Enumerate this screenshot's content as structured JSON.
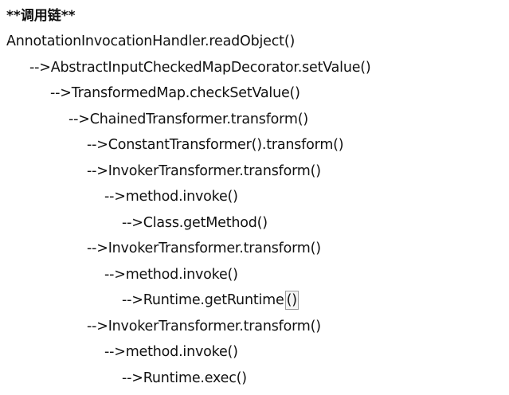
{
  "heading": "**调用链**",
  "lines": [
    "AnnotationInvocationHandler.readObject()",
    "-->AbstractInputCheckedMapDecorator.setValue()",
    "-->TransformedMap.checkSetValue()",
    "-->ChainedTransformer.transform()",
    "-->ConstantTransformer().transform()",
    "-->InvokerTransformer.transform()",
    "-->method.invoke()",
    "-->Class.getMethod()",
    "-->InvokerTransformer.transform()",
    "-->method.invoke()",
    "-->Runtime.getRuntime",
    "-->InvokerTransformer.transform()",
    "-->method.invoke()",
    "-->Runtime.exec()"
  ],
  "selection_highlight": "()"
}
